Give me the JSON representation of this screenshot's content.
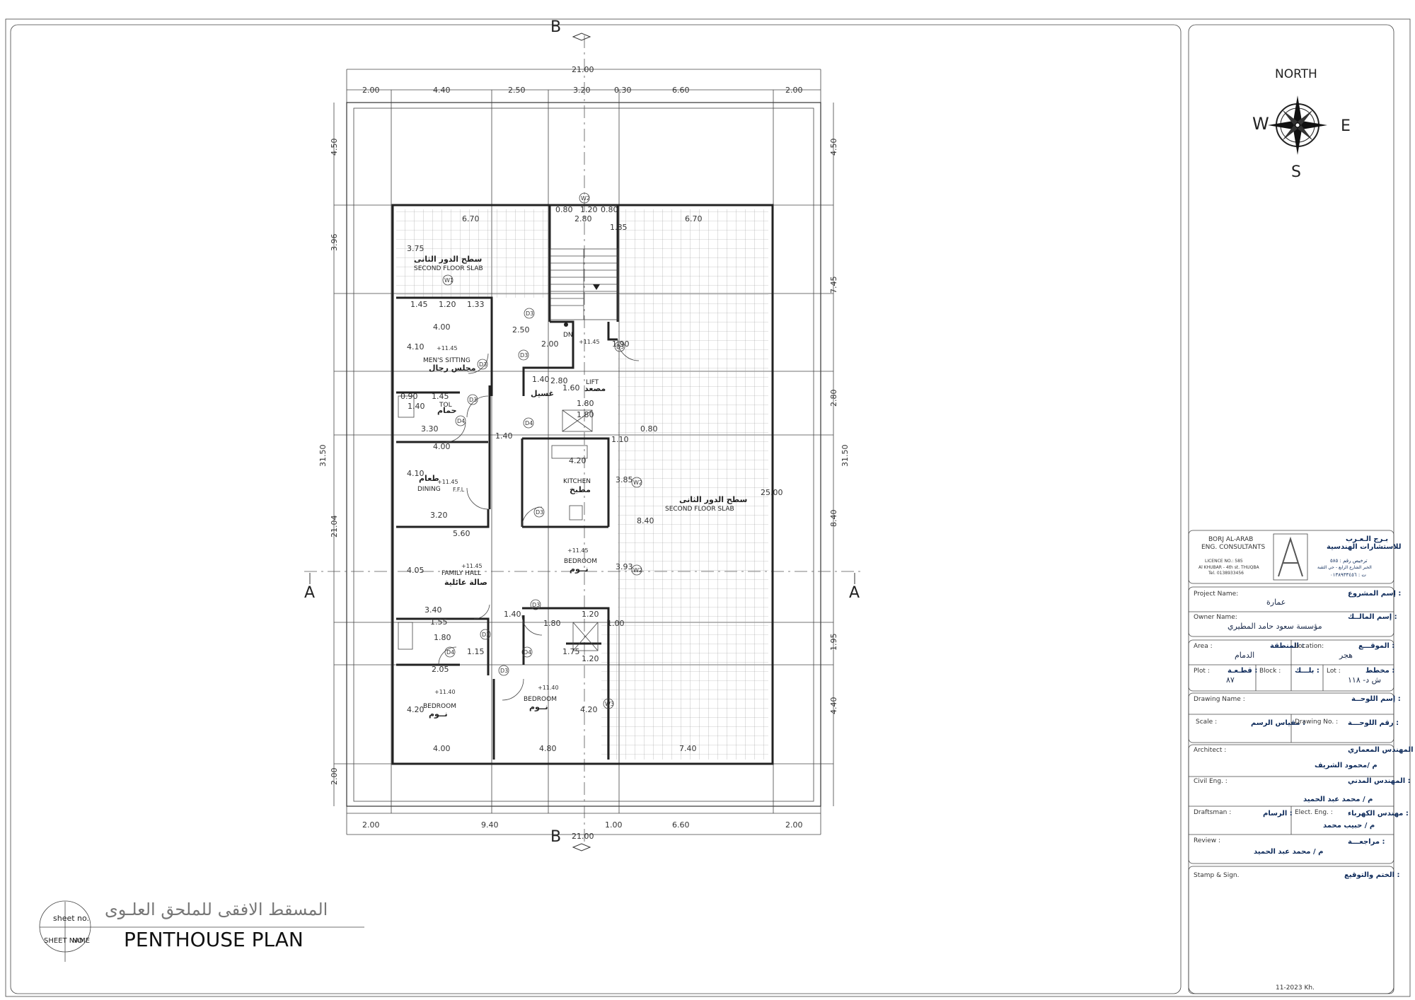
{
  "section_marks": {
    "b": "B",
    "a": "A"
  },
  "dims_top": {
    "overall": "21.00",
    "parts": [
      "2.00",
      "4.40",
      "2.50",
      "3.20",
      "0.30",
      "6.60",
      "2.00"
    ]
  },
  "dims_bottom": {
    "overall": "21.00",
    "parts": [
      "2.00",
      "9.40",
      "1.00",
      "6.60",
      "2.00"
    ]
  },
  "dims_left_outer": {
    "overall": "31.50",
    "parts": [
      "4.50",
      "3.96",
      "21.04",
      "2.00"
    ]
  },
  "dims_right_outer": {
    "overall": "31.50",
    "parts": [
      "4.50",
      "7.45",
      "2.80",
      "8.40",
      "1.95",
      "4.40"
    ]
  },
  "interior_dims": [
    "6.70",
    "2.80",
    "6.70",
    "0.80",
    "1.20",
    "0.80",
    "1.85",
    "3.75",
    "1.45",
    "1.20",
    "1.33",
    "4.00",
    "2.50",
    "4.10",
    "2.00",
    "1.90",
    "1.40",
    "2.80",
    "1.60",
    "1.80",
    "1.80",
    "1.40",
    "0.90",
    "1.45",
    "1.40",
    "3.30",
    "4.00",
    "4.10",
    "4.20",
    "3.20",
    "5.60",
    "4.05",
    "3.40",
    "1.40",
    "1.20",
    "1.55",
    "1.80",
    "1.15",
    "2.05",
    "4.20",
    "1.80",
    "1.75",
    "1.20",
    "4.20",
    "1.00",
    "4.00",
    "4.80",
    "7.40",
    "25.00",
    "8.40",
    "0.80",
    "3.85",
    "3.93",
    "1.10"
  ],
  "rooms": {
    "slab_top": {
      "ar": "سطح الدور الثانى",
      "en": "SECOND FLOOR SLAB"
    },
    "slab_right": {
      "ar": "سطح الدور الثانى",
      "en": "SECOND FLOOR SLAB"
    },
    "mens": {
      "en": "MEN'S SITTING",
      "ar": "مجلس رجال"
    },
    "dining": {
      "ar": "طعام",
      "en": "DINING"
    },
    "kitchen": {
      "en": "KITCHEN",
      "ar": "مطبخ"
    },
    "family": {
      "en": "FAMILY HALL",
      "ar": "صالة عائلية"
    },
    "bed1": {
      "en": "BEDROOM",
      "ar": "نــوم"
    },
    "bed2": {
      "en": "BEDROOM",
      "ar": "نــوم"
    },
    "bed3": {
      "en": "BEDROOM",
      "ar": "نــوم"
    },
    "lift": {
      "en": "LIFT",
      "ar": "مصعد"
    },
    "laundry": {
      "ar": "غسيل"
    },
    "toilet": {
      "en": "TOL",
      "ar": "حمام"
    },
    "dn": "DN",
    "level": "+11.45",
    "level2": "+11.40",
    "ffl": "F.F.L"
  },
  "tags": {
    "d3": "D3",
    "d4": "D4",
    "w1": "W1",
    "w2": "W2",
    "w3": "W3"
  },
  "sheet": {
    "title_ar": "المسقط الافقى للملحق العلـوى",
    "title_en": "PENTHOUSE PLAN",
    "sheet_no": "sheet no.",
    "sheet_name": "SHEET NAME",
    "sheet_no2": "NO"
  },
  "compass": {
    "n": "NORTH",
    "w": "W",
    "e": "E",
    "s": "S"
  },
  "firm": {
    "en1": "BORJ AL-ARAB",
    "en2": "ENG. CONSULTANTS",
    "ar1": "بـرج الـعـرب",
    "ar2": "للاستشارات الهندسية",
    "lic_en": "LICENCE NO.: 585",
    "addr_en": "Al KHUBAR - 4th st. THUQBA",
    "tel_en": "Tel. 0138933456",
    "lic_ar": "ترخيص رقم : ٥٨٥",
    "addr_ar": "الخبر الشارع الرابع - حي الثقبة",
    "tel_ar": "ت : ٠١٣٨٩٣٣٤٥٦"
  },
  "titleblock": {
    "project_en": "Project Name:",
    "project_ar": "إسم المشروع :",
    "project_val": "عمارة",
    "owner_en": "Owner Name:",
    "owner_ar": "إسم المالــك :",
    "owner_val": "مؤسسة سعود حامد المطيري",
    "area_en": "Area :",
    "area_ar": "المنطقة :",
    "area_val": "الدمام",
    "location_en": "Location:",
    "location_ar": "الموقـــع :",
    "location_val": "هجر",
    "plot_en": "Plot :",
    "plot_ar": "قطـعـة :",
    "plot_val": "٨٧",
    "block_en": "Block :",
    "block_ar": "بلـــك :",
    "lot_en": "Lot :",
    "lot_ar": "مخطط :",
    "lot_val": "ش د- ١١٨",
    "drawing_en": "Drawing Name :",
    "drawing_ar": "إسم اللوحــة :",
    "scale_en": "Scale :",
    "scale_ar": "مقياس الرسم :",
    "drawno_en": "Drawing No. :",
    "drawno_ar": "رقم اللوحـــة :",
    "architect_en": "Architect :",
    "architect_ar": "المهندس المعماري :",
    "architect_val": "م /محمود الشريف",
    "civil_en": "Civil Eng. :",
    "civil_ar": "المهندس المدني :",
    "civil_val": "م / محمد عبد الحميد",
    "draft_en": "Draftsman :",
    "draft_ar": "الرسام :",
    "elect_en": "Elect. Eng. :",
    "elect_ar": "مهندس الكهرباء :",
    "elect_val": "م / حبيب محمد",
    "review_en": "Review :",
    "review_ar": "مراجعـــة :",
    "review_val": "م / محمد عبد الحميد",
    "stamp_en": "Stamp & Sign.",
    "stamp_ar": "الختم والتوقيع :",
    "date": "11-2023 Kh."
  }
}
